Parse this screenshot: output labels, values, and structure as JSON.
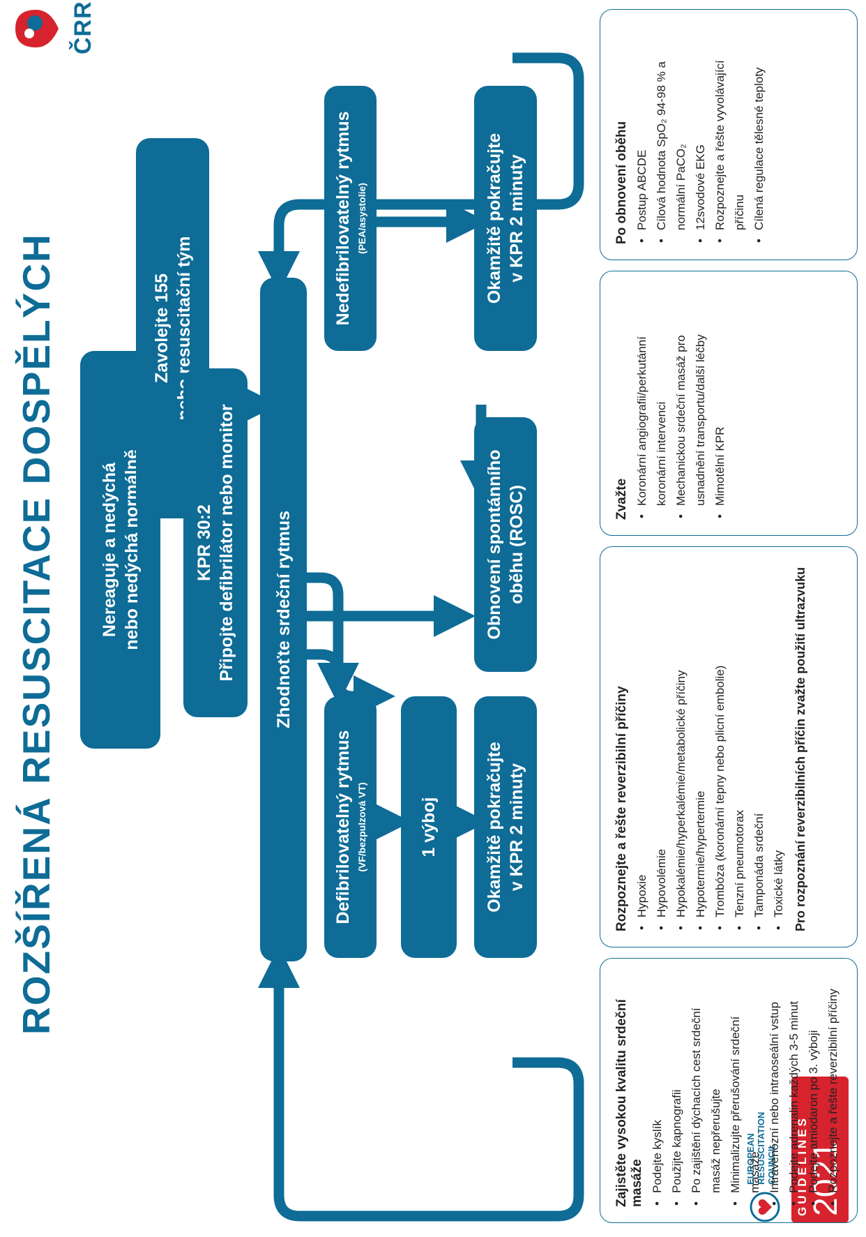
{
  "title": "ROZŠÍŘENÁ RESUSCITACE DOSPĚLÝCH",
  "logos": {
    "crr_text": "ČRR",
    "erc_name": [
      "EUROPEAN",
      "RESUSCITATION",
      "COUNCIL"
    ],
    "erc_band_label": "GUIDELINES",
    "erc_year": "2021",
    "colors": {
      "primary": "#0e6c96",
      "accent": "#d6232e"
    }
  },
  "flow": {
    "unresponsive": [
      "Nereaguje a nedýchá",
      "nebo nedýchá normálně"
    ],
    "call": [
      "Zavolejte 155",
      "nebo resuscitační tým"
    ],
    "cpr": [
      "KPR 30:2",
      "Připojte defibrilátor nebo monitor"
    ],
    "assess": "Zhodnoťte srdeční rytmus",
    "shockable": {
      "title": "Defibrilovatelný rytmus",
      "sub": "(VF/bezpulzová VT)"
    },
    "shock": "1 výboj",
    "continue_left": [
      "Okamžitě pokračujte",
      "v KPR 2 minuty"
    ],
    "rosc": [
      "Obnovení spontánního",
      "oběhu (ROSC)"
    ],
    "nonshockable": {
      "title": "Nedefibrilovatelný rytmus",
      "sub": "(PEA/asystolie)"
    },
    "continue_right": [
      "Okamžitě pokračujte",
      "v KPR 2 minuty"
    ]
  },
  "panels": {
    "quality": {
      "heading": "Zajistěte vysokou kvalitu srdeční masáže",
      "items": [
        "Podejte kyslík",
        "Použijte kapnografii",
        "Po zajištění dýchacích cest srdeční masáž nepřerušujte",
        "Minimalizujte přerušování srdeční masáže",
        "Intravenózní nebo intraoseální vstup",
        "Podejte adrenalin každých 3-5 minut",
        "Podejte amiodaron po 3. výboji",
        "Rozpoznejte a řešte reverzibilní příčiny"
      ]
    },
    "causes": {
      "heading": "Rozpoznejte a řešte reverzibilní příčiny",
      "items": [
        "Hypoxie",
        "Hypovolémie",
        "Hypokalémie/hyperkalémie/metabolické příčiny",
        "Hypotermie/hypertermie",
        "Trombóza (koronární tepny nebo plicní embolie)",
        "Tenzní pneumotorax",
        "Tamponáda srdeční",
        "Toxické látky"
      ],
      "note": "Pro rozpoznání reverzibilních příčin zvažte použití ultrazvuku"
    },
    "consider": {
      "heading": "Zvažte",
      "items": [
        "Koronární angiografii/perkutánní koronární intervenci",
        "Mechanickou srdeční masáž pro usnadnění transportu/další léčby",
        "Mimotělní KPR"
      ]
    },
    "after_rosc": {
      "heading": "Po obnovení oběhu",
      "items": [
        "Postup ABCDE",
        "Cílová hodnota SpO₂ 94-98 % a normální PaCO₂",
        "12svodové EKG",
        "Rozpoznejte a řešte vyvolávající příčinu",
        "Cílená regulace tělesné teploty"
      ]
    }
  }
}
